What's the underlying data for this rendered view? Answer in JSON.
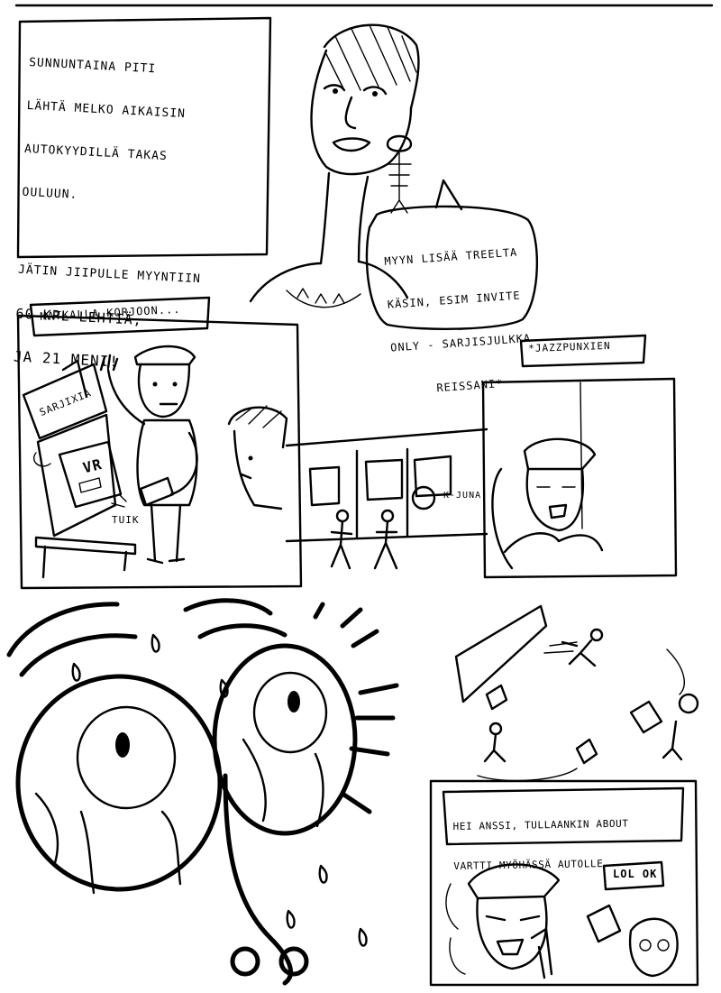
{
  "panel1": {
    "caption_line1": "SUNNUNTAINA PITI",
    "caption_line2": "LÄHTÄ MELKO AIKAISIN",
    "caption_line3": "AUTOKYYDILLÄ TAKAS",
    "caption_line4": "OULUUN.",
    "caption_line5": "JÄTIN JIIPULLE MYYNTIIN",
    "caption_line6": "60 KPL LEHTIÄ,",
    "caption_line7": "JA 21 MENI!",
    "speech_line1": "MYYN LISÄÄ TREELTA",
    "speech_line2": "KÄSIN, ESIM INVITE",
    "speech_line3": "ONLY - SARJISJULKKA",
    "speech_line4": "REISSANI*"
  },
  "panel2": {
    "caption": "MATKALLA KORJOON...",
    "box_label": "SARJIXIA",
    "ticket_label": "VR",
    "sound": "TUIK",
    "footnote": "*JAZZPUNXIEN",
    "train_label": "K-JUNA"
  },
  "panel4": {
    "speech_line1": "HEI ANSSI, TULLAANKIN ABOUT",
    "speech_line2": "VARTTI MYÖHÄSSÄ AUTOLLE.",
    "reply": "LOL OK"
  }
}
